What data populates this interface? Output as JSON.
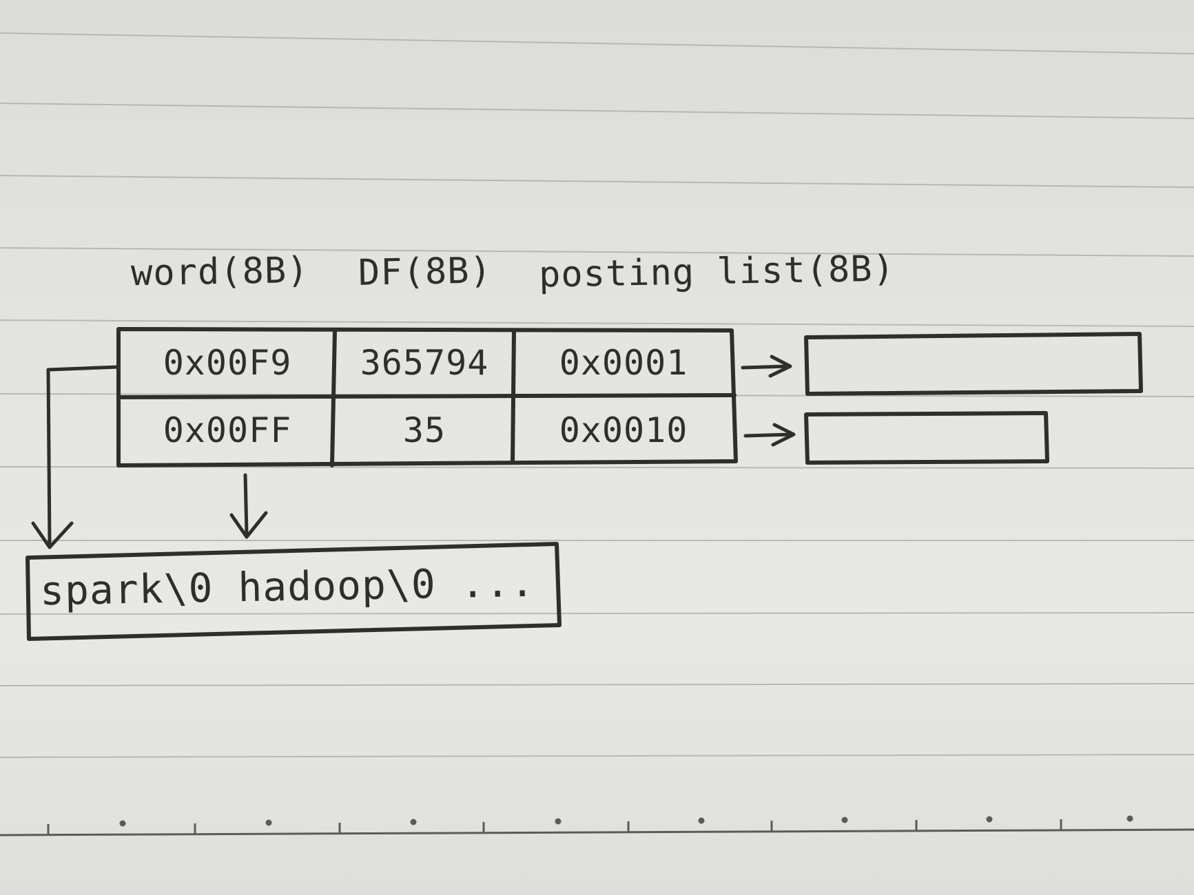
{
  "headers": {
    "word": "word(8B)",
    "df": "DF(8B)",
    "posting": "posting list(8B)"
  },
  "rows": [
    {
      "word": "0x00F9",
      "df": "365794",
      "posting": "0x0001"
    },
    {
      "word": "0x00FF",
      "df": "35",
      "posting": "0x0010"
    }
  ],
  "string_block": "spark\\0 hadoop\\0 ...",
  "colors": {
    "ink": "#2e2e2e",
    "paper": "#e4e4e0",
    "rule": "#a9a9a6"
  }
}
